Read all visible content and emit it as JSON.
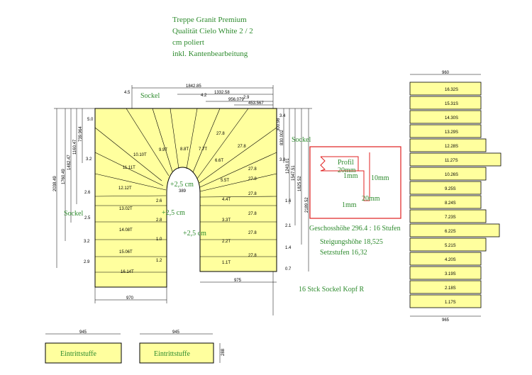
{
  "header": {
    "lines": [
      "Treppe Granit Premium",
      "Qualität Cielo White 2 / 2",
      "cm poliert",
      "inkl. Kantenbearbeitung"
    ]
  },
  "labels": {
    "sockel": "Sockel",
    "eintrittstuffe": "Eintrittstuffe",
    "profil": "Profil",
    "geschosshoehe": "Geschosshöhe 296.4 : 16 Stufen",
    "steigungshoehe": "Steigungshöhe 18,525",
    "setzstufen": "Setzstufen 16,32",
    "sockel_kopf": "16 Stck Sockel Kopf R",
    "plus25_a": "+2,5 cm",
    "plus25_b": "+2,5 cm",
    "plus25_c": "+2,5 cm"
  },
  "profil_dims": {
    "d20mm_top": "20mm",
    "d1mm_top": "1mm",
    "d10mm": "10mm",
    "d20mm_right": "20mm",
    "d1mm_bottom": "1mm"
  },
  "top_dims": {
    "d1842": "1842.85",
    "d1332": "1332.58",
    "d956": "956.079",
    "d453": "453.567",
    "d45": "4.5",
    "d42": "4.2",
    "d29": "2.9",
    "d389": "389"
  },
  "left_dims": [
    "2038.49",
    "1760.49",
    "1482.47",
    "1160.47",
    "739.964",
    "5.0",
    "3.2",
    "2.6",
    "2.5",
    "3.2",
    "2.9"
  ],
  "right_dims": [
    "2189.52",
    "1825.52",
    "1547.51",
    "1243.01",
    "830.002",
    "300.98",
    "1.6",
    "2.1",
    "1.4",
    "0.7",
    "3.4",
    "3.8"
  ],
  "bottom_dims": {
    "left": "970",
    "right": "975",
    "ein_left": "945",
    "ein_right": "945",
    "ein_h": "288",
    "side_w": "965",
    "side_top": "960"
  },
  "steps_left": [
    "16.14T",
    "15.06T",
    "14.08T",
    "13.02T",
    "12.12T",
    "11.11T",
    "10.10T"
  ],
  "steps_mid": [
    "9.9T",
    "8.8T",
    "7.7T",
    "6.6T",
    "5.5T",
    "4.4T",
    "3.3T",
    "2.2T",
    "1.1T"
  ],
  "steps_right_nums": [
    "27.8",
    "27.8",
    "27.8",
    "27.8",
    "27.8",
    "27.8",
    "27.8",
    "27.8"
  ],
  "steps_left_nums": [
    "2.8",
    "2.6",
    "1.0",
    "1.2"
  ],
  "side_steps": [
    "16.32S",
    "15.31S",
    "14.30S",
    "13.29S",
    "12.28S",
    "11.27S",
    "10.26S",
    "9.25S",
    "8.24S",
    "7.23S",
    "6.22S",
    "5.21S",
    "4.20S",
    "3.19S",
    "2.18S",
    "1.17S"
  ],
  "colors": {
    "fill": "#ffff9e",
    "green": "#2e8b2e",
    "red": "#e02020"
  }
}
